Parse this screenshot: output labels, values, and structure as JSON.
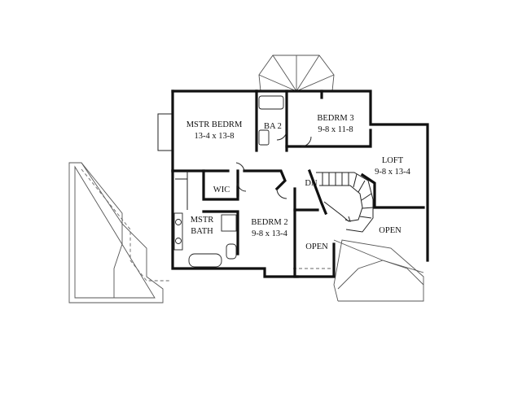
{
  "plan": {
    "rooms": {
      "master_bedroom": {
        "name": "MSTR BEDRM",
        "size": "13-4 x 13-8"
      },
      "bath_2": {
        "name": "BA 2"
      },
      "bedroom_3": {
        "name": "BEDRM 3",
        "size": "9-8 x 11-8"
      },
      "loft": {
        "name": "LOFT",
        "size": "9-8 x 13-4"
      },
      "walk_in_closet": {
        "name": "WIC"
      },
      "master_bath": {
        "name_line1": "MSTR",
        "name_line2": "BATH"
      },
      "bedroom_2": {
        "name": "BEDRM 2",
        "size": "9-8 x 13-4"
      },
      "open_left": {
        "name": "OPEN"
      },
      "open_right": {
        "name": "OPEN"
      }
    },
    "stair_label": "DN"
  }
}
